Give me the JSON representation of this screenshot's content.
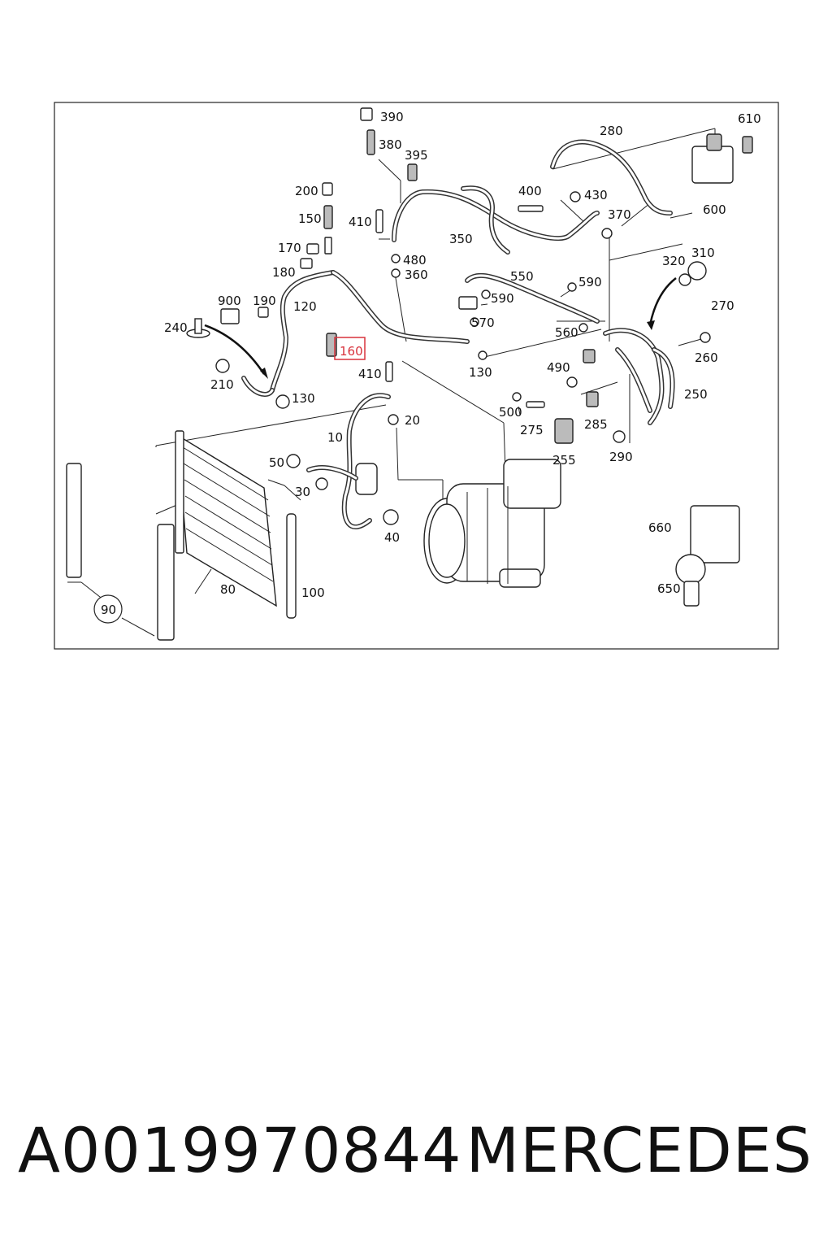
{
  "diagram": {
    "highlighted_callout": "160",
    "callouts": {
      "c390": "390",
      "c380": "380",
      "c395": "395",
      "c280": "280",
      "c610": "610",
      "c200": "200",
      "c150": "150",
      "c410a": "410",
      "c400": "400",
      "c430": "430",
      "c370": "370",
      "c600": "600",
      "c170": "170",
      "c480": "480",
      "c350": "350",
      "c180": "180",
      "c360": "360",
      "c550": "550",
      "c320": "320",
      "c310": "310",
      "c900": "900",
      "c190": "190",
      "c120": "120",
      "c590a": "590",
      "c590b": "590",
      "c240": "240",
      "c570": "570",
      "c270": "270",
      "c560": "560",
      "c160": "160",
      "c130a": "130",
      "c260": "260",
      "c410b": "410",
      "c490": "490",
      "c210": "210",
      "c130b": "130",
      "c250": "250",
      "c500": "500",
      "c20": "20",
      "c10": "10",
      "c275": "275",
      "c285": "285",
      "c255": "255",
      "c290": "290",
      "c50": "50",
      "c30": "30",
      "c40": "40",
      "c660": "660",
      "c650": "650",
      "c80": "80",
      "c100": "100",
      "c90": "90"
    }
  },
  "footer": {
    "part_number": "A0019970844",
    "brand": "MERCEDES"
  },
  "colors": {
    "highlight": "#d8323c",
    "line": "#222222"
  }
}
